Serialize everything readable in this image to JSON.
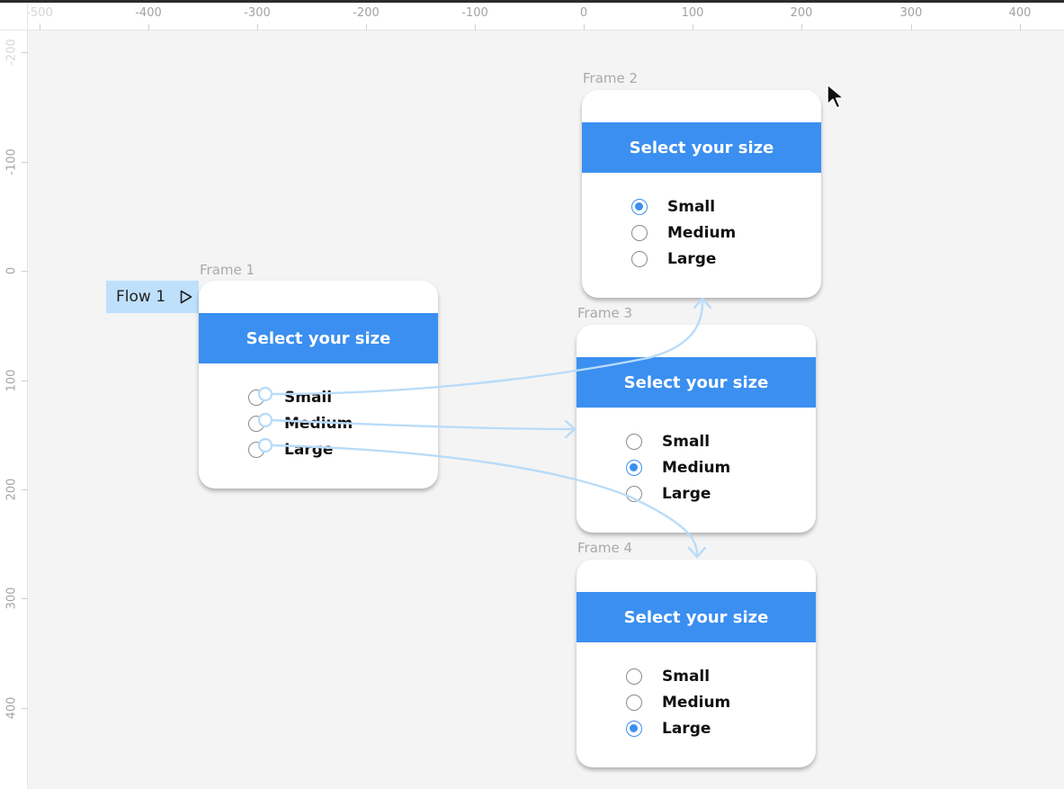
{
  "ruler": {
    "x_ticks": [
      "-500",
      "-400",
      "-300",
      "-200",
      "-100",
      "0",
      "100",
      "200",
      "300",
      "400"
    ],
    "y_ticks": [
      "-200",
      "-100",
      "0",
      "100",
      "200",
      "300",
      "400"
    ]
  },
  "flow": {
    "label": "Flow 1",
    "play_icon": "play-icon"
  },
  "frames": [
    {
      "label": "Frame 1",
      "header": "Select your size",
      "options": [
        "Small",
        "Medium",
        "Large"
      ],
      "selected": null
    },
    {
      "label": "Frame 2",
      "header": "Select your size",
      "options": [
        "Small",
        "Medium",
        "Large"
      ],
      "selected": "Small"
    },
    {
      "label": "Frame 3",
      "header": "Select your size",
      "options": [
        "Small",
        "Medium",
        "Large"
      ],
      "selected": "Medium"
    },
    {
      "label": "Frame 4",
      "header": "Select your size",
      "options": [
        "Small",
        "Medium",
        "Large"
      ],
      "selected": "Large"
    }
  ],
  "colors": {
    "accent": "#3b8ff0",
    "connector": "#b9dcf9",
    "canvas": "#f4f4f4",
    "flow_tag": "#bfe0fb"
  }
}
